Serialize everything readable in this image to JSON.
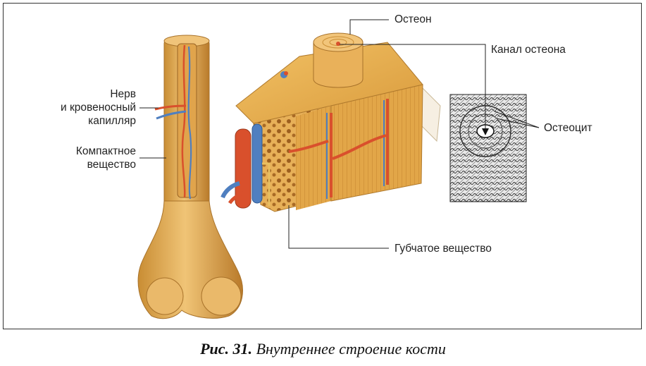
{
  "labels": {
    "osteon": "Остеон",
    "osteon_canal": "Канал остеона",
    "osteocyte": "Остеоцит",
    "nerve_line1": "Нерв",
    "nerve_line2": "и кровеносный",
    "nerve_line3": "капилляр",
    "compact_line1": "Компактное",
    "compact_line2": "вещество",
    "spongy": "Губчатое вещество"
  },
  "caption": {
    "number": "Рис. 31.",
    "text": "Внутреннее строение кости"
  },
  "colors": {
    "bone": "#e9b35c",
    "bone_dark": "#c98d34",
    "vessel_red": "#d9502c",
    "vessel_blue": "#4f7fc0",
    "leader_line": "#222222"
  }
}
